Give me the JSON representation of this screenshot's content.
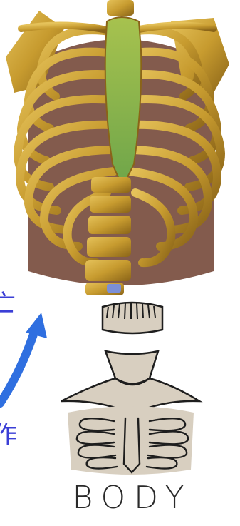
{
  "labels": {
    "body": "BODY",
    "side_top": "亡",
    "side_bottom": "作"
  },
  "colors": {
    "bone": "#c9a23a",
    "bone_dark": "#7a5a14",
    "cartilage": "#86b64a",
    "shadow": "#5a2412",
    "sketch_fill": "#d8cfc0",
    "ink": "#1e1e1e",
    "arrow": "#2f6fe0",
    "handwriting": "#3b3fd6"
  },
  "icons": [
    "ribcage-illustration",
    "head-sketch-icon",
    "torso-sketch-icon",
    "curved-arrow-icon"
  ]
}
